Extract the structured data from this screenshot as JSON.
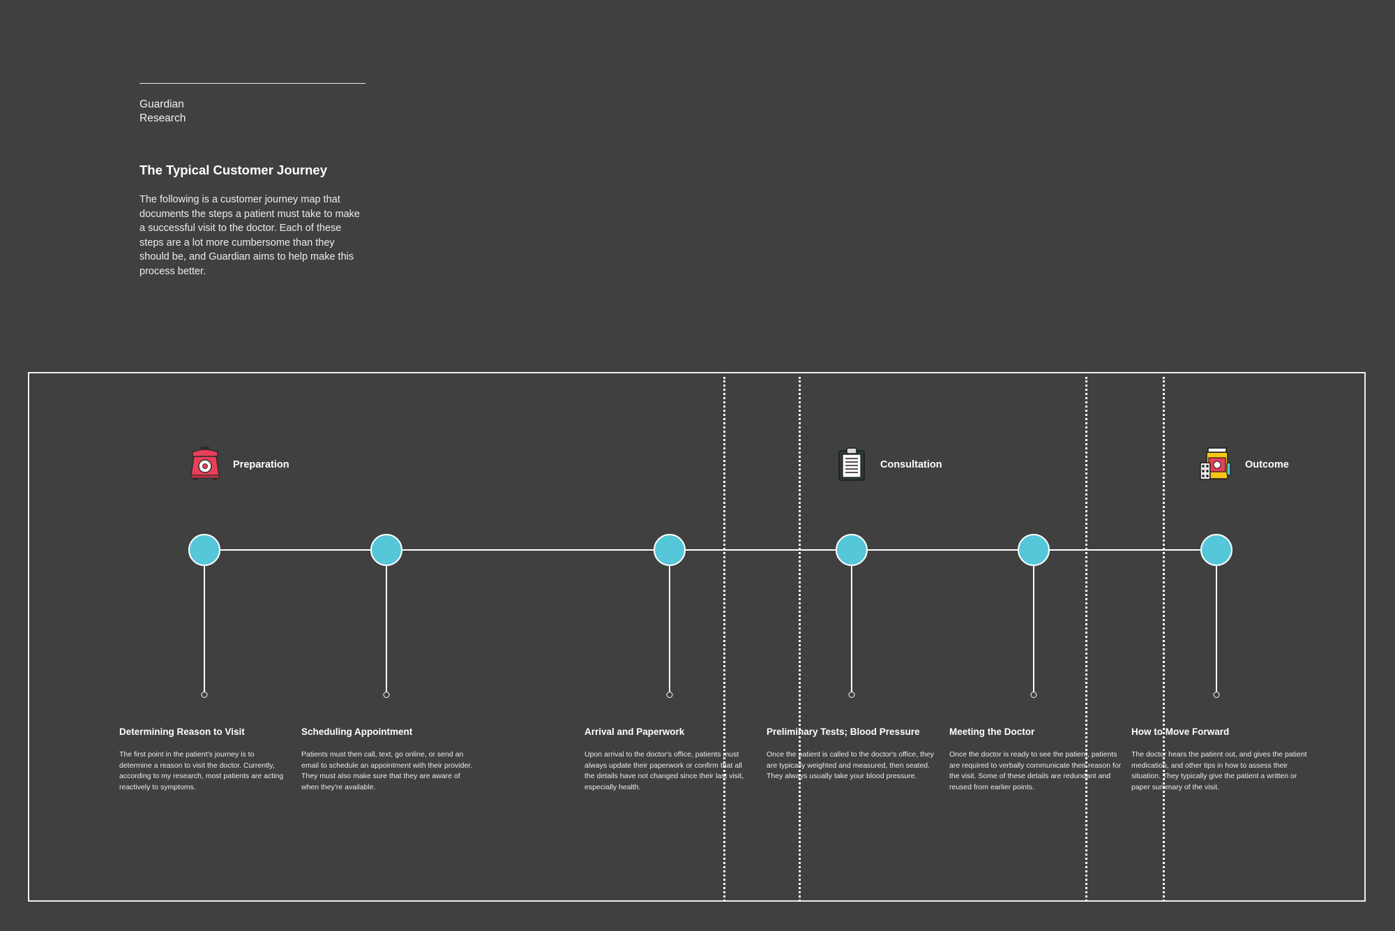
{
  "brand": {
    "line1": "Guardian",
    "line2": "Research"
  },
  "title": "The Typical Customer Journey",
  "intro": "The following is a customer journey map that documents the steps a patient must take to make a successful visit to the doctor. Each of these steps are a lot more cumbersome than they should be, and Guardian aims to help make this process better.",
  "stages": [
    {
      "label": "Preparation",
      "icon": "telephone-icon"
    },
    {
      "label": "Consultation",
      "icon": "clipboard-icon"
    },
    {
      "label": "Outcome",
      "icon": "medication-icon"
    }
  ],
  "steps": [
    {
      "title": "Determining Reason to Visit",
      "description": "The first point in the patient's journey is to determine a reason to visit the doctor. Currently, according to my research, most patients are acting reactively to symptoms."
    },
    {
      "title": "Scheduling Appointment",
      "description": "Patients must then call, text, go online, or send an email to schedule an appointment with their provider. They must also make sure that they are aware of when they're available."
    },
    {
      "title": "Arrival and Paperwork",
      "description": "Upon arrival to the doctor's office, patients must always update their paperwork or confirm that all the details have not changed since their last visit, especially health."
    },
    {
      "title": "Preliminary Tests; Blood Pressure",
      "description": "Once the patient is called to the doctor's office, they are typically weighted and measured, then seated. They always usually take your blood pressure."
    },
    {
      "title": "Meeting the Doctor",
      "description": "Once the doctor is ready to see the patient, patients are required to verbally communicate their reason for the visit. Some of these details are redundant and reused from earlier points."
    },
    {
      "title": "How to Move Forward",
      "description": "The doctor hears the patient out, and gives the patient medication, and other tips in how to assess their situation. They typically give the patient a written or paper summary of the visit."
    }
  ],
  "colors": {
    "background": "#404040",
    "node": "#56c6d9",
    "line": "#ffffff",
    "icon_red": "#e8405a",
    "icon_yellow": "#f5c518"
  }
}
